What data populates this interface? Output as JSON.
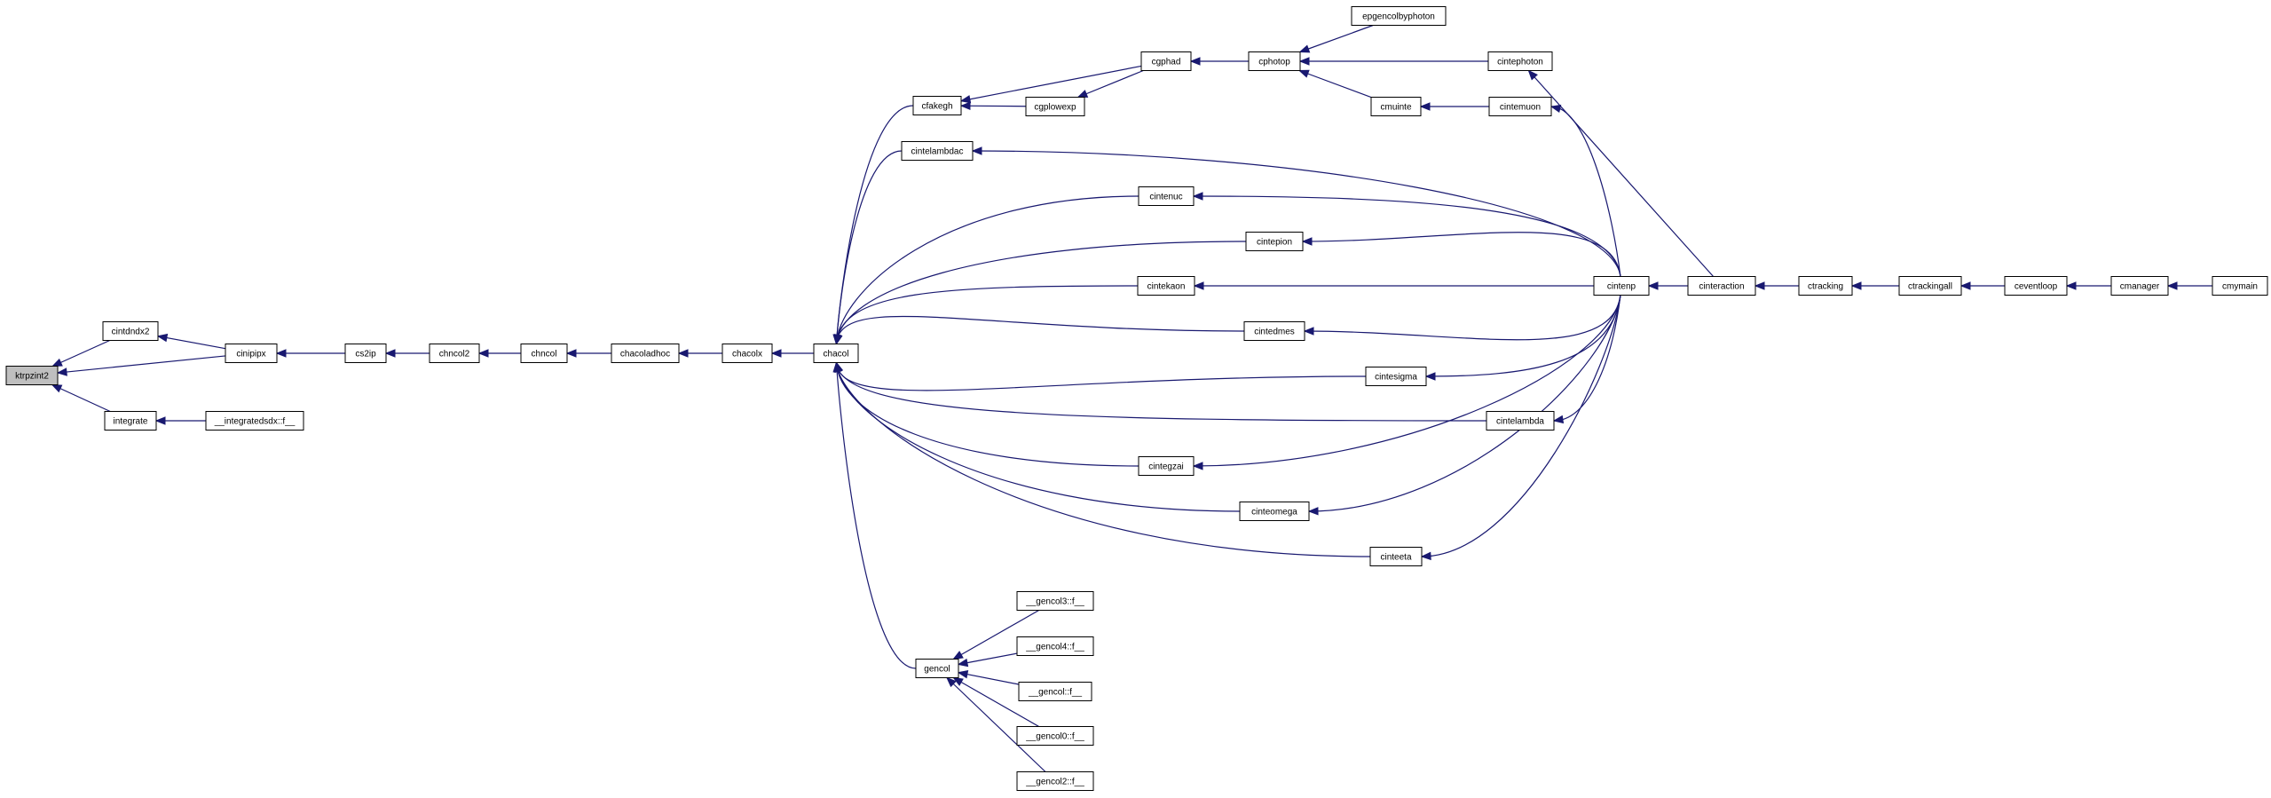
{
  "colors": {
    "edge": "#191970",
    "node_border": "#000000",
    "root_fill": "#bfbfbf"
  },
  "nodes": [
    {
      "id": "ktrpzint2",
      "label": "ktrpzint2",
      "root": true
    },
    {
      "id": "cintdndx2",
      "label": "cintdndx2"
    },
    {
      "id": "integrate",
      "label": "integrate"
    },
    {
      "id": "cinipipx",
      "label": "cinipipx"
    },
    {
      "id": "integratedsdx",
      "label": "__integratedsdx::f__"
    },
    {
      "id": "cs2ip",
      "label": "cs2ip"
    },
    {
      "id": "chncol2",
      "label": "chncol2"
    },
    {
      "id": "chncol",
      "label": "chncol"
    },
    {
      "id": "chacoladhoc",
      "label": "chacoladhoc"
    },
    {
      "id": "chacolx",
      "label": "chacolx"
    },
    {
      "id": "chacol",
      "label": "chacol"
    },
    {
      "id": "cfakegh",
      "label": "cfakegh"
    },
    {
      "id": "cintelambdac",
      "label": "cintelambdac"
    },
    {
      "id": "gencol",
      "label": "gencol"
    },
    {
      "id": "cgplowexp",
      "label": "cgplowexp"
    },
    {
      "id": "cgphad",
      "label": "cgphad"
    },
    {
      "id": "cphotop",
      "label": "cphotop"
    },
    {
      "id": "epgencolbyphoton",
      "label": "epgencolbyphoton"
    },
    {
      "id": "cintephoton",
      "label": "cintephoton"
    },
    {
      "id": "cmuinte",
      "label": "cmuinte"
    },
    {
      "id": "cintemuon",
      "label": "cintemuon"
    },
    {
      "id": "cintenuc",
      "label": "cintenuc"
    },
    {
      "id": "cintepion",
      "label": "cintepion"
    },
    {
      "id": "cintekaon",
      "label": "cintekaon"
    },
    {
      "id": "cintedmes",
      "label": "cintedmes"
    },
    {
      "id": "cintesigma",
      "label": "cintesigma"
    },
    {
      "id": "cintelambda",
      "label": "cintelambda"
    },
    {
      "id": "cintegzai",
      "label": "cintegzai"
    },
    {
      "id": "cinteomega",
      "label": "cinteomega"
    },
    {
      "id": "cinteeta",
      "label": "cinteeta"
    },
    {
      "id": "cintenp",
      "label": "cintenp"
    },
    {
      "id": "cinteraction",
      "label": "cinteraction"
    },
    {
      "id": "ctracking",
      "label": "ctracking"
    },
    {
      "id": "ctrackingall",
      "label": "ctrackingall"
    },
    {
      "id": "ceventloop",
      "label": "ceventloop"
    },
    {
      "id": "cmanager",
      "label": "cmanager"
    },
    {
      "id": "cmymain",
      "label": "cmymain"
    },
    {
      "id": "gencol3",
      "label": "__gencol3::f__"
    },
    {
      "id": "gencol4",
      "label": "__gencol4::f__"
    },
    {
      "id": "gencolf",
      "label": "__gencol::f__"
    },
    {
      "id": "gencol0",
      "label": "__gencol0::f__"
    },
    {
      "id": "gencol2",
      "label": "__gencol2::f__"
    }
  ],
  "edges": [
    {
      "from": "cintdndx2",
      "to": "ktrpzint2"
    },
    {
      "from": "cinipipx",
      "to": "ktrpzint2"
    },
    {
      "from": "integrate",
      "to": "ktrpzint2"
    },
    {
      "from": "cinipipx",
      "to": "cintdndx2"
    },
    {
      "from": "integratedsdx",
      "to": "integrate"
    },
    {
      "from": "cs2ip",
      "to": "cinipipx"
    },
    {
      "from": "chncol2",
      "to": "cs2ip"
    },
    {
      "from": "chncol",
      "to": "chncol2"
    },
    {
      "from": "chacoladhoc",
      "to": "chncol"
    },
    {
      "from": "chacolx",
      "to": "chacoladhoc"
    },
    {
      "from": "chacol",
      "to": "chacolx"
    },
    {
      "from": "cfakegh",
      "to": "chacol"
    },
    {
      "from": "cintelambdac",
      "to": "chacol"
    },
    {
      "from": "cintenuc",
      "to": "chacol"
    },
    {
      "from": "cintepion",
      "to": "chacol"
    },
    {
      "from": "cintekaon",
      "to": "chacol"
    },
    {
      "from": "cintedmes",
      "to": "chacol"
    },
    {
      "from": "cintesigma",
      "to": "chacol"
    },
    {
      "from": "cintelambda",
      "to": "chacol"
    },
    {
      "from": "cintegzai",
      "to": "chacol"
    },
    {
      "from": "cinteomega",
      "to": "chacol"
    },
    {
      "from": "cinteeta",
      "to": "chacol"
    },
    {
      "from": "gencol",
      "to": "chacol"
    },
    {
      "from": "cgphad",
      "to": "cfakegh"
    },
    {
      "from": "cgplowexp",
      "to": "cfakegh"
    },
    {
      "from": "cgphad",
      "to": "cgplowexp"
    },
    {
      "from": "cphotop",
      "to": "cgphad"
    },
    {
      "from": "epgencolbyphoton",
      "to": "cphotop"
    },
    {
      "from": "cintephoton",
      "to": "cphotop"
    },
    {
      "from": "cmuinte",
      "to": "cphotop"
    },
    {
      "from": "cintemuon",
      "to": "cmuinte"
    },
    {
      "from": "cintenp",
      "to": "cintelambdac"
    },
    {
      "from": "cintenp",
      "to": "cintenuc"
    },
    {
      "from": "cintenp",
      "to": "cintepion"
    },
    {
      "from": "cintenp",
      "to": "cintekaon"
    },
    {
      "from": "cintenp",
      "to": "cintedmes"
    },
    {
      "from": "cintenp",
      "to": "cintesigma"
    },
    {
      "from": "cintenp",
      "to": "cintelambda"
    },
    {
      "from": "cintenp",
      "to": "cintegzai"
    },
    {
      "from": "cintenp",
      "to": "cinteomega"
    },
    {
      "from": "cintenp",
      "to": "cinteeta"
    },
    {
      "from": "cintenp",
      "to": "cintemuon"
    },
    {
      "from": "cinteraction",
      "to": "cintephoton"
    },
    {
      "from": "cinteraction",
      "to": "cintenp"
    },
    {
      "from": "ctracking",
      "to": "cinteraction"
    },
    {
      "from": "ctrackingall",
      "to": "ctracking"
    },
    {
      "from": "ceventloop",
      "to": "ctrackingall"
    },
    {
      "from": "cmanager",
      "to": "ceventloop"
    },
    {
      "from": "cmymain",
      "to": "cmanager"
    },
    {
      "from": "gencol3",
      "to": "gencol"
    },
    {
      "from": "gencol4",
      "to": "gencol"
    },
    {
      "from": "gencolf",
      "to": "gencol"
    },
    {
      "from": "gencol0",
      "to": "gencol"
    },
    {
      "from": "gencol2",
      "to": "gencol"
    }
  ]
}
